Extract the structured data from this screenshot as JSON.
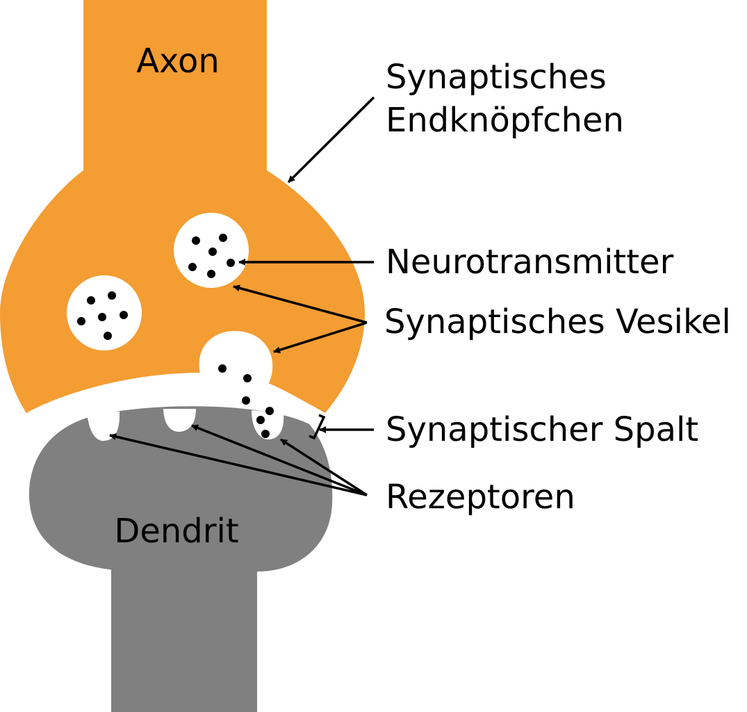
{
  "colors": {
    "axon": "#f39d33",
    "dendrit": "#808080",
    "vesicle": "#ffffff",
    "ink": "#000000"
  },
  "labels": {
    "axon": "Axon",
    "dendrit": "Dendrit",
    "endknoepfchen_line1": "Synaptisches",
    "endknoepfchen_line2": "Endknöpfchen",
    "neurotransmitter": "Neurotransmitter",
    "vesikel": "Synaptisches Vesikel",
    "spalt": "Synaptischer Spalt",
    "rezeptoren": "Rezeptoren"
  }
}
